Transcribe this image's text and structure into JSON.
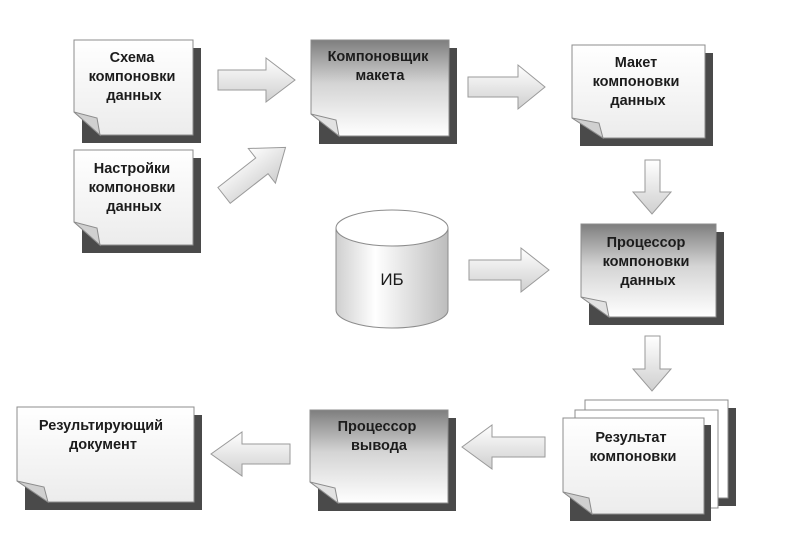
{
  "nodes": {
    "schema": "Схема компоновки данных",
    "settings": "Настройки компоновки данных",
    "composer": "Компоновщик макета",
    "template": "Макет компоновки данных",
    "ib": "ИБ",
    "processor": "Процессор компоновки данных",
    "result": "Результат компоновки",
    "output": "Процессор вывода",
    "document": "Результирующий документ"
  }
}
